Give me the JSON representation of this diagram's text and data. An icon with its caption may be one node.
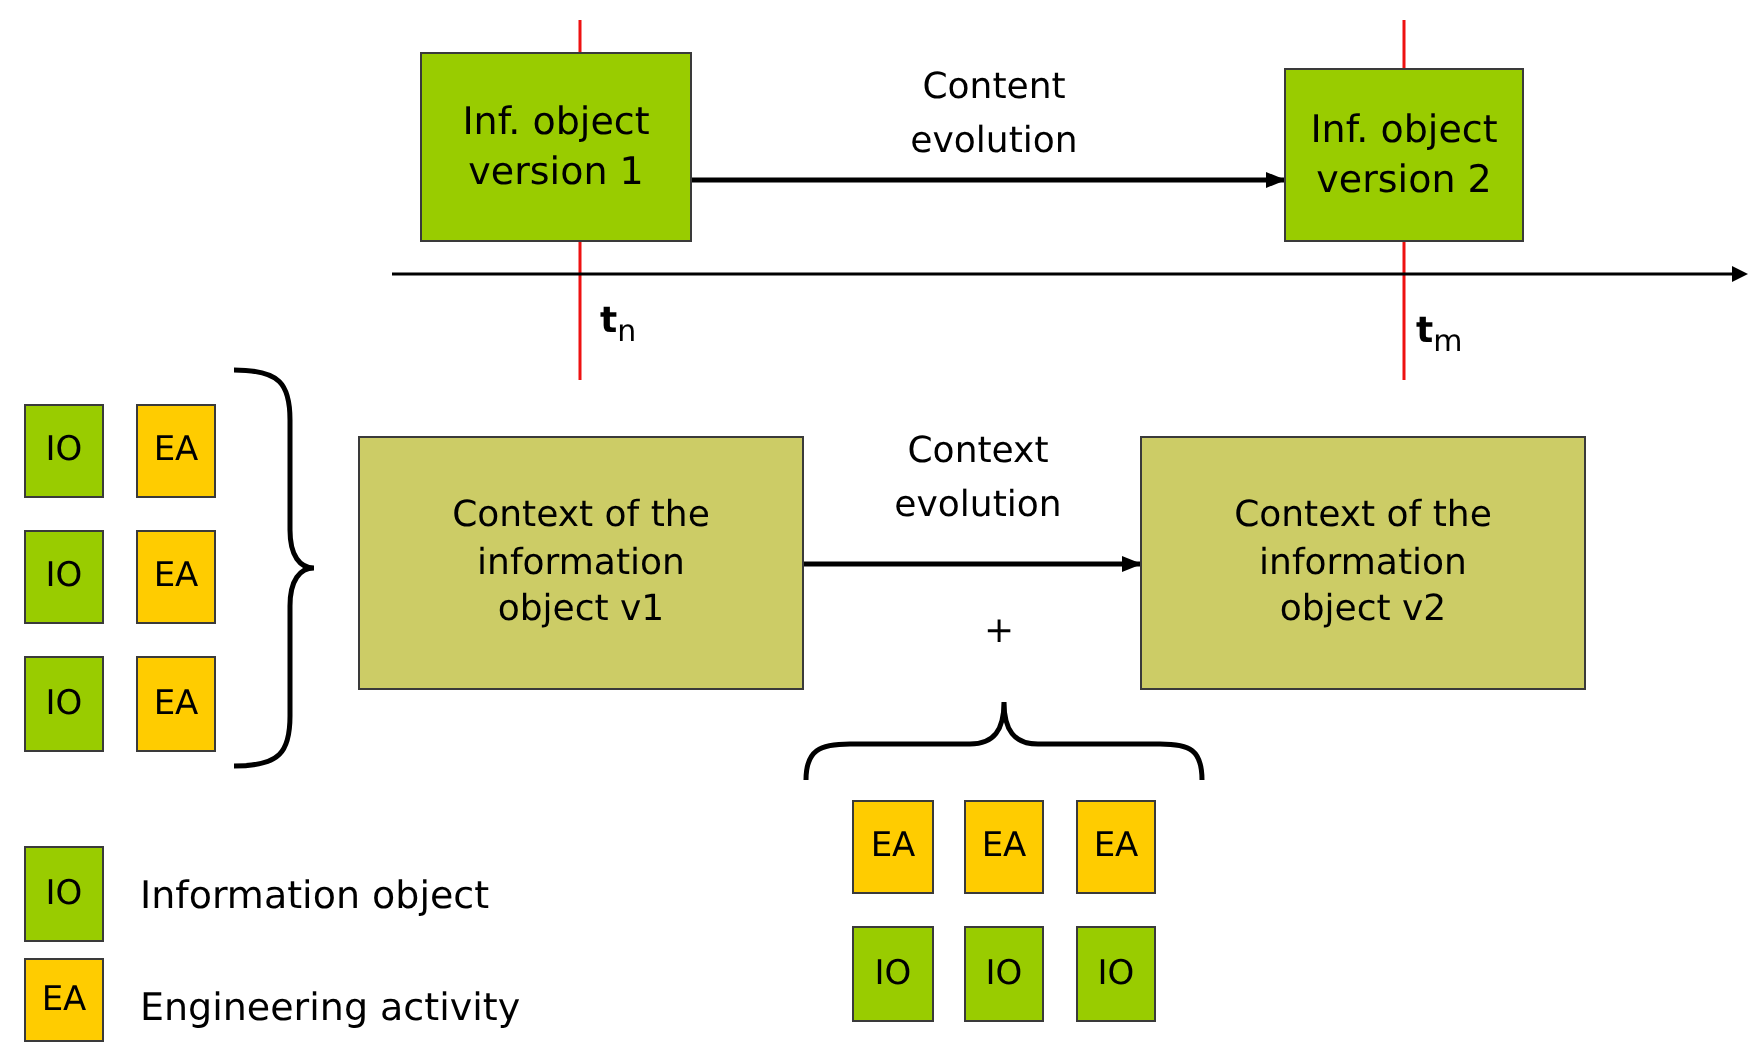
{
  "diagram": {
    "nodes": [
      {
        "text": [
          "Inf. object version 1"
        ]
      },
      {
        "text": [
          "Inf. object version 2"
        ]
      },
      {
        "text": [
          "Context of the information object v1"
        ]
      },
      {
        "text": [
          "Context of the information object v2"
        ]
      },
      {
        "text": [
          "IO"
        ]
      },
      {
        "text": [
          "EA"
        ]
      },
      {
        "text": [
          "IO"
        ]
      },
      {
        "text": [
          "EA"
        ]
      },
      {
        "text": [
          "IO"
        ]
      },
      {
        "text": [
          "EA"
        ]
      },
      {
        "text": [
          "EA"
        ]
      },
      {
        "text": [
          "EA"
        ]
      },
      {
        "text": [
          "EA"
        ]
      },
      {
        "text": [
          "IO"
        ]
      },
      {
        "text": [
          "IO"
        ]
      },
      {
        "text": [
          "IO"
        ]
      }
    ],
    "edges": [
      {
        "from": 0,
        "to": 1,
        "arrow": "to",
        "label": "Content evolution"
      },
      {
        "from": 2,
        "to": 3,
        "arrow": "to",
        "label": "Context evolution"
      }
    ],
    "labels": [
      "**t**$_{n}$",
      "**t**$_{m}$",
      "+",
      "IO",
      "EA"
    ],
    "legend": [
      {
        "text": "Information object",
        "color": "#99cc00"
      },
      {
        "text": "Engineering activity",
        "color": "#ffcc00"
      }
    ]
  }
}
